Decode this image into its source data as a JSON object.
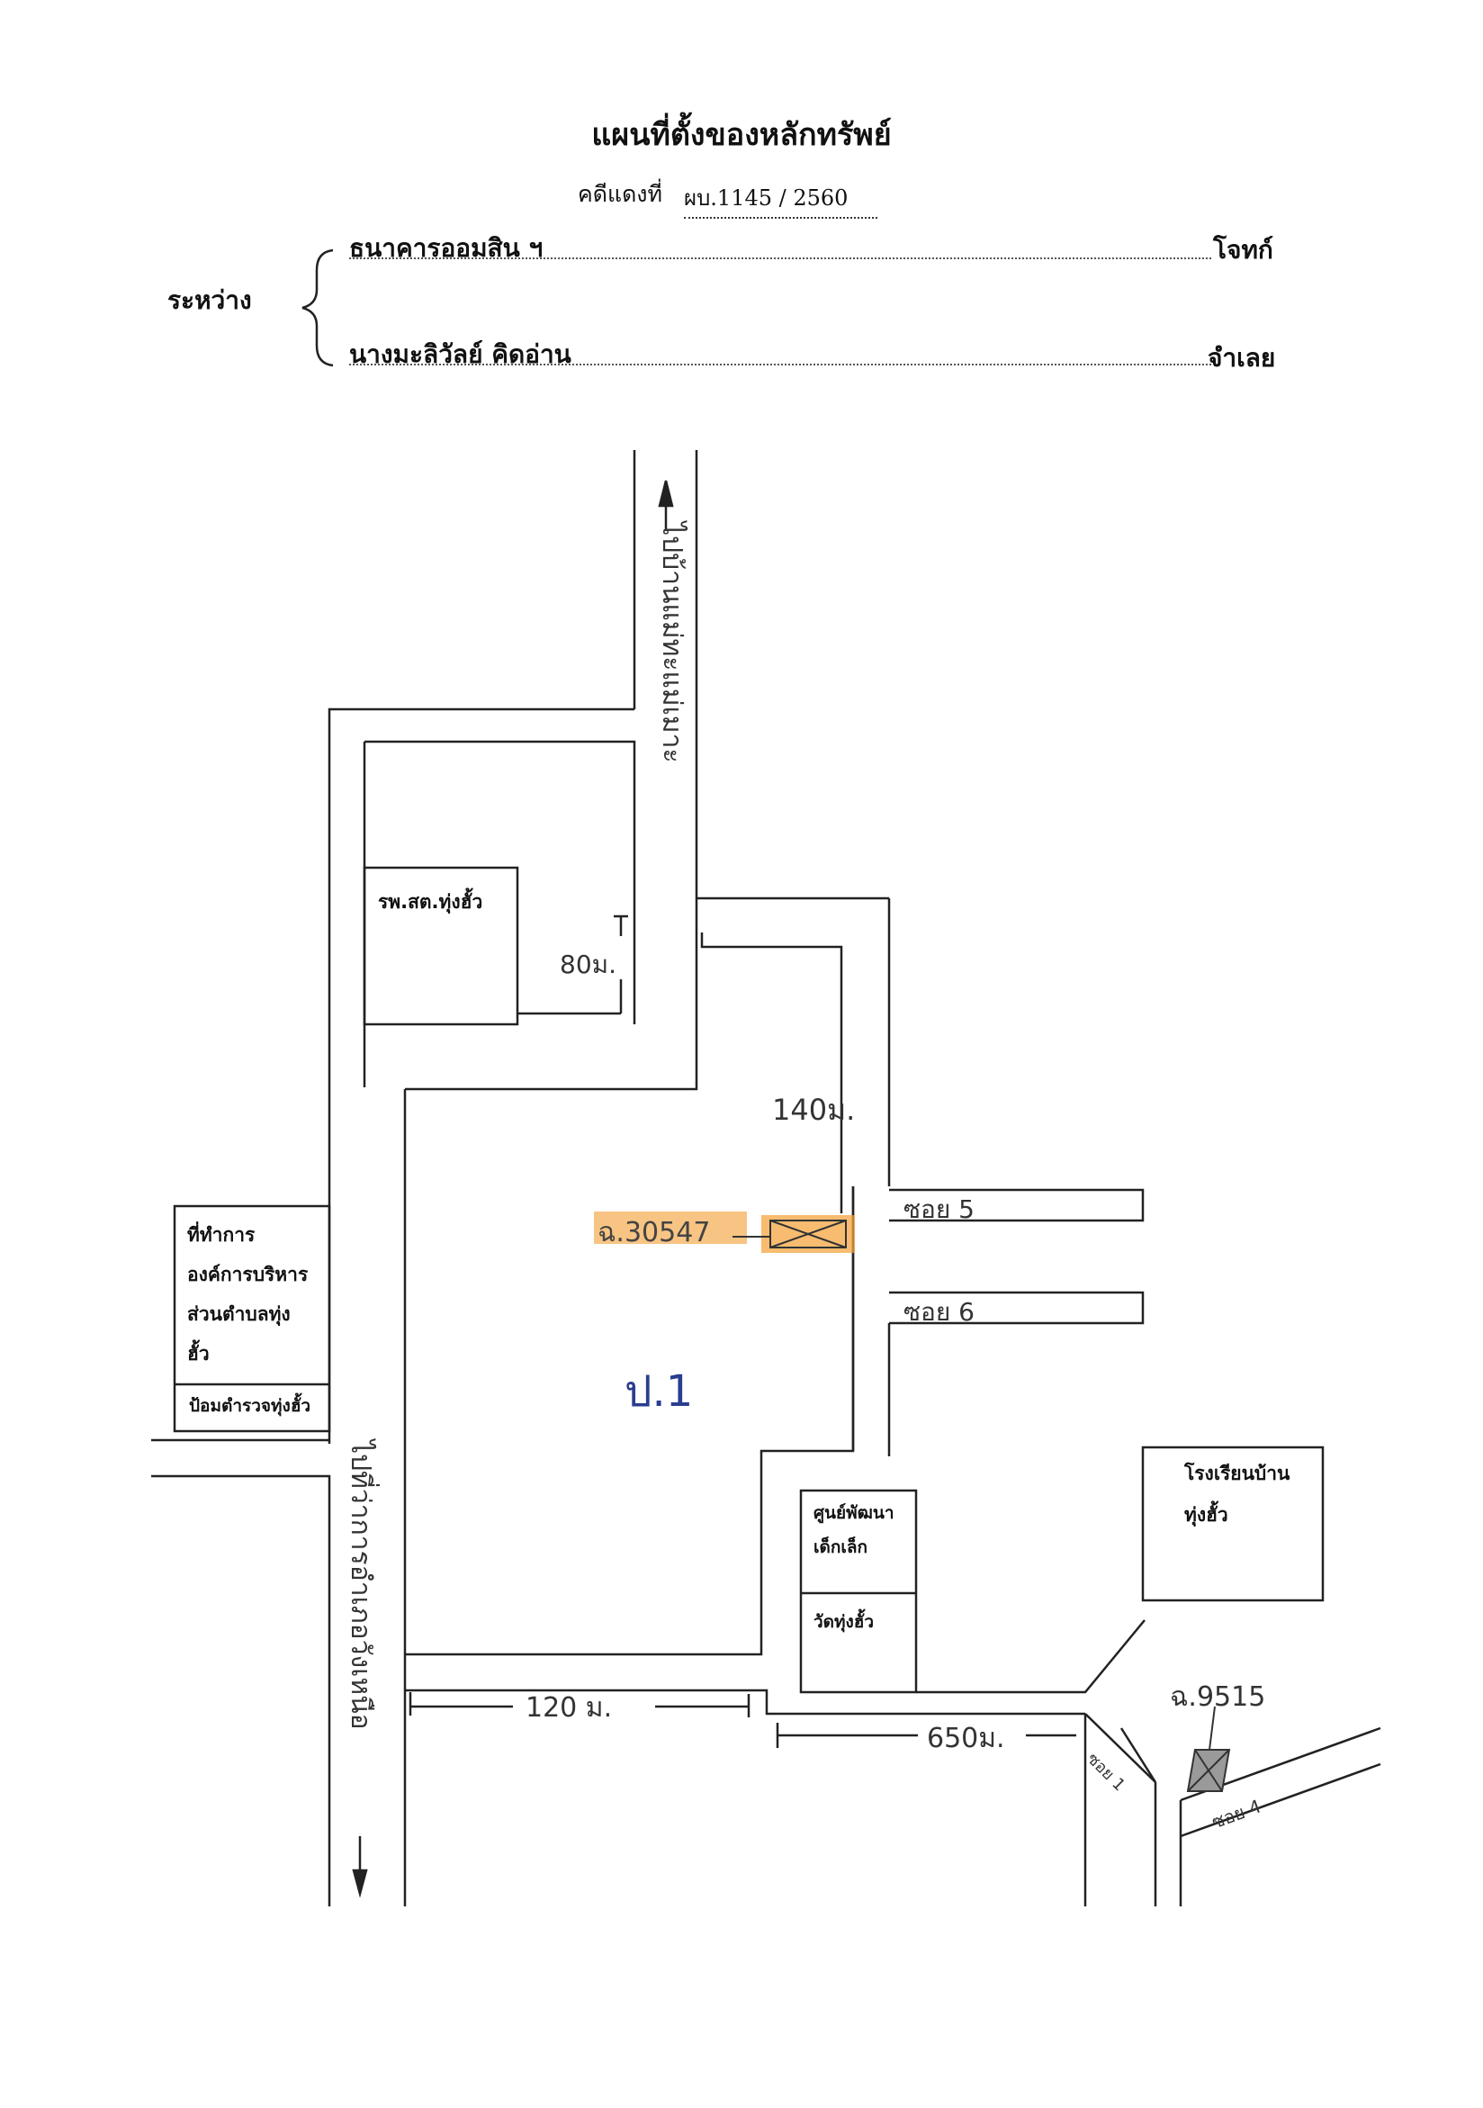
{
  "document": {
    "title": "แผนที่ตั้งของหลักทรัพย์",
    "case_label": "คดีแดงที่",
    "case_number": "ผบ.1145 / 2560",
    "between_label": "ระหว่าง",
    "plaintiff_name": "ธนาคารออมสิน ฯ",
    "plaintiff_role": "โจทก์",
    "defendant_name": "นางมะลิวัลย์ คิดอ่าน",
    "defendant_role": "จำเลย"
  },
  "map": {
    "hospital": "รพ.สต.ทุ่งฮั้ว",
    "dist_hospital": "80ม.",
    "road_north": "ไปบ้านแม่ทะแม่เมาะ",
    "dist_140": "140ม.",
    "soi5": "ซอย 5",
    "soi6": "ซอย 6",
    "deed_main": "ฉ.30547",
    "parcel_mark": "ป.1",
    "office_lines": [
      "ที่ทำการ",
      "องค์การบริหาร",
      "ส่วนตำบลทุ่ง",
      "ฮั้ว"
    ],
    "police": "ป้อมตำรวจทุ่งฮั้ว",
    "road_south": "ไปที่ว่าการอำเภอวังเหนือ",
    "dist_120": "120 ม.",
    "dist_650": "650ม.",
    "child_center_lines": [
      "ศูนย์พัฒนา",
      "เด็กเล็ก"
    ],
    "temple": "วัดทุ่งฮั้ว",
    "school_lines": [
      "โรงเรียนบ้าน",
      "ทุ่งฮั้ว"
    ],
    "deed_second": "ฉ.9515",
    "soi1": "ซอย 1",
    "soi4": "ซอย 4",
    "highlight_color": "#f4a540"
  }
}
